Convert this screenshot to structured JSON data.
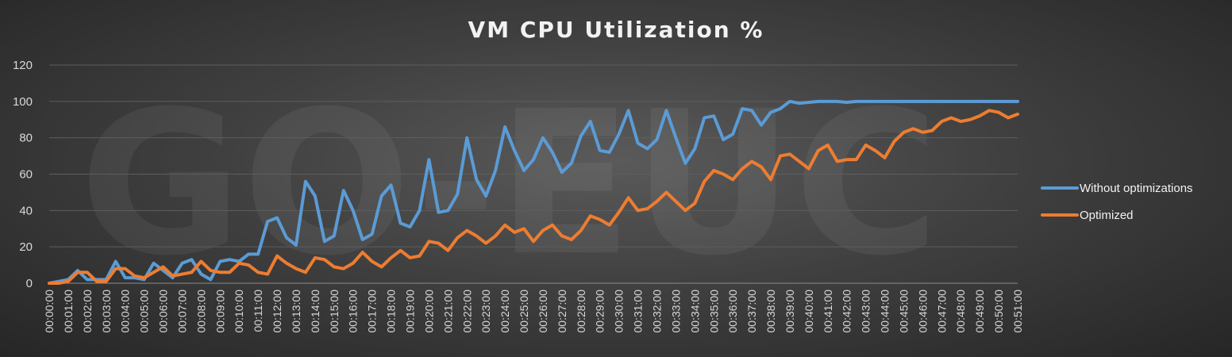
{
  "chart_data": {
    "type": "line",
    "title": "VM CPU Utilization %",
    "watermark": "GO-EUC",
    "xlabel": "",
    "ylabel": "",
    "ylim": [
      0,
      120
    ],
    "yticks": [
      0,
      20,
      40,
      60,
      80,
      100,
      120
    ],
    "x_tick_labels": [
      "00:00:00",
      "00:01:00",
      "00:02:00",
      "00:03:00",
      "00:04:00",
      "00:05:00",
      "00:06:00",
      "00:07:00",
      "00:08:00",
      "00:09:00",
      "00:10:00",
      "00:11:00",
      "00:12:00",
      "00:13:00",
      "00:14:00",
      "00:15:00",
      "00:16:00",
      "00:17:00",
      "00:18:00",
      "00:19:00",
      "00:20:00",
      "00:21:00",
      "00:22:00",
      "00:23:00",
      "00:24:00",
      "00:25:00",
      "00:26:00",
      "00:27:00",
      "00:28:00",
      "00:29:00",
      "00:30:00",
      "00:31:00",
      "00:32:00",
      "00:33:00",
      "00:34:00",
      "00:35:00",
      "00:36:00",
      "00:37:00",
      "00:38:00",
      "00:39:00",
      "00:40:00",
      "00:41:00",
      "00:42:00",
      "00:43:00",
      "00:44:00",
      "00:45:00",
      "00:46:00",
      "00:47:00",
      "00:48:00",
      "00:49:00",
      "00:50:00",
      "00:51:00"
    ],
    "x_step": "00:00:30",
    "grid": true,
    "legend_position": "right",
    "series": [
      {
        "name": "Without optimizations",
        "color": "#5b9bd5",
        "values": [
          0,
          1,
          2,
          7,
          2,
          2,
          2,
          12,
          3,
          3,
          2,
          11,
          7,
          3,
          11,
          13,
          5,
          2,
          12,
          13,
          12,
          16,
          16,
          34,
          36,
          25,
          21,
          56,
          48,
          23,
          26,
          51,
          40,
          24,
          27,
          48,
          54,
          33,
          31,
          40,
          68,
          39,
          40,
          49,
          80,
          57,
          48,
          62,
          86,
          73,
          62,
          68,
          80,
          72,
          61,
          66,
          81,
          89,
          73,
          72,
          82,
          95,
          77,
          74,
          79,
          95,
          80,
          66,
          74,
          91,
          92,
          79,
          82,
          96,
          95,
          87,
          94,
          96,
          100,
          99,
          99.5,
          100,
          100,
          100,
          99.5,
          100,
          100,
          100,
          100,
          100,
          100,
          100,
          100,
          100,
          100,
          100,
          100,
          100,
          100,
          100,
          100,
          100,
          100
        ]
      },
      {
        "name": "Optimized",
        "color": "#ed7d31",
        "values": [
          0,
          0,
          1,
          6,
          6,
          1,
          1,
          8,
          8,
          4,
          3,
          6,
          9,
          4,
          5,
          6,
          12,
          7,
          6,
          6,
          11,
          10,
          6,
          5,
          15,
          11,
          8,
          6,
          14,
          13,
          9,
          8,
          11,
          17,
          12,
          9,
          14,
          18,
          14,
          15,
          23,
          22,
          18,
          25,
          29,
          26,
          22,
          26,
          32,
          28,
          30,
          23,
          29,
          32,
          26,
          24,
          29,
          37,
          35,
          32,
          39,
          47,
          40,
          41,
          45,
          50,
          45,
          40,
          44,
          56,
          62,
          60,
          57,
          63,
          67,
          64,
          57,
          70,
          71,
          67,
          63,
          73,
          76,
          67,
          68,
          68,
          76,
          73,
          69,
          78,
          83,
          85,
          83,
          84,
          89,
          91,
          89,
          90,
          92,
          95,
          94,
          91,
          93
        ]
      }
    ]
  }
}
